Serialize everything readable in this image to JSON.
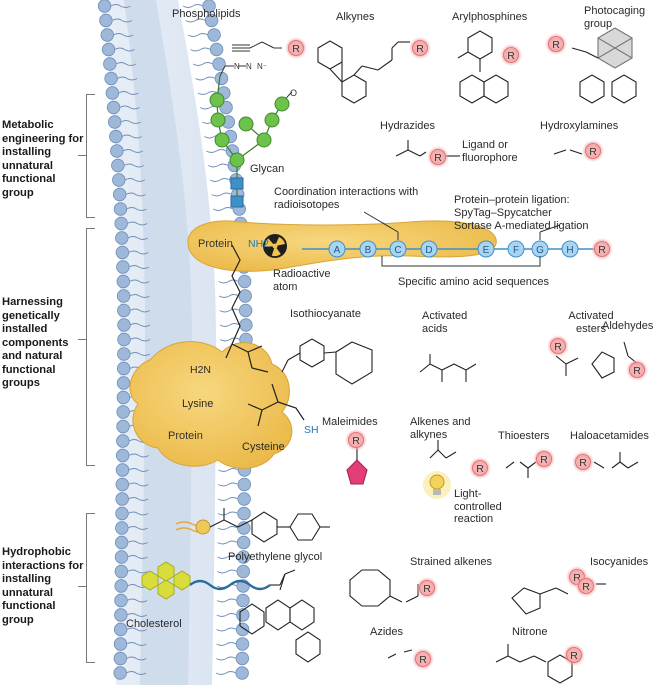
{
  "side_labels": {
    "metabolic": "Metabolic engineering for installing unnatural functional group",
    "harnessing": "Harnessing genetically installed components and natural functional groups",
    "hydrophobic": "Hydrophobic interactions for installing unnatural functional group"
  },
  "membrane": {
    "phospholipids": "Phospholipids",
    "cholesterol": "Cholesterol",
    "polyethylene_glycol": "Polyethylene glycol",
    "glycan": "Glycan"
  },
  "top_protein": {
    "label": "Protein",
    "radioactive_atom": "Radioactive atom",
    "coordination": "Coordination interactions with radioisotopes",
    "ppl_title": "Protein–protein ligation:",
    "ppl_line2": "SpyTag–Spycatcher",
    "ppl_line3": "Sortase A-mediated ligation",
    "specific_aa": "Specific amino acid sequences",
    "sequence_beads": [
      "A",
      "B",
      "C",
      "D",
      "E",
      "F",
      "G",
      "H"
    ]
  },
  "bottom_protein": {
    "label": "Protein",
    "lysine": "Lysine",
    "cysteine": "Cysteine",
    "nh2": "NH2",
    "h2n": "H2N",
    "sh": "SH"
  },
  "r_group": "R",
  "groups": {
    "alkynes": "Alkynes",
    "arylphosphines": "Arylphosphines",
    "photocaging": "Photocaging group",
    "hydrazides": "Hydrazides",
    "hydroxylamines": "Hydroxylamines",
    "ligand_fluorophore": "Ligand or fluorophore",
    "isothiocyanate": "Isothiocyanate",
    "activated_acids": "Activated acids",
    "activated_esters": "Activated esters",
    "aldehydes": "Aldehydes",
    "maleimides": "Maleimides",
    "alkenes_alkynes": "Alkenes and alkynes",
    "thioesters": "Thioesters",
    "haloacetamides": "Haloacetamides",
    "light_controlled": "Light-controlled reaction",
    "strained_alkenes": "Strained alkenes",
    "isocyanides": "Isocyanides",
    "azides": "Azides",
    "nitrone": "Nitrone"
  },
  "colors": {
    "membrane_blue": "#9db8d8",
    "membrane_dark": "#6f8eb8",
    "protein_gold": "#f0c85a",
    "glycan_green": "#6cc24a",
    "glycan_blue": "#3f8fc9",
    "r_halo": "#f4a9aa",
    "bead_blue": "#a9d4f2"
  }
}
